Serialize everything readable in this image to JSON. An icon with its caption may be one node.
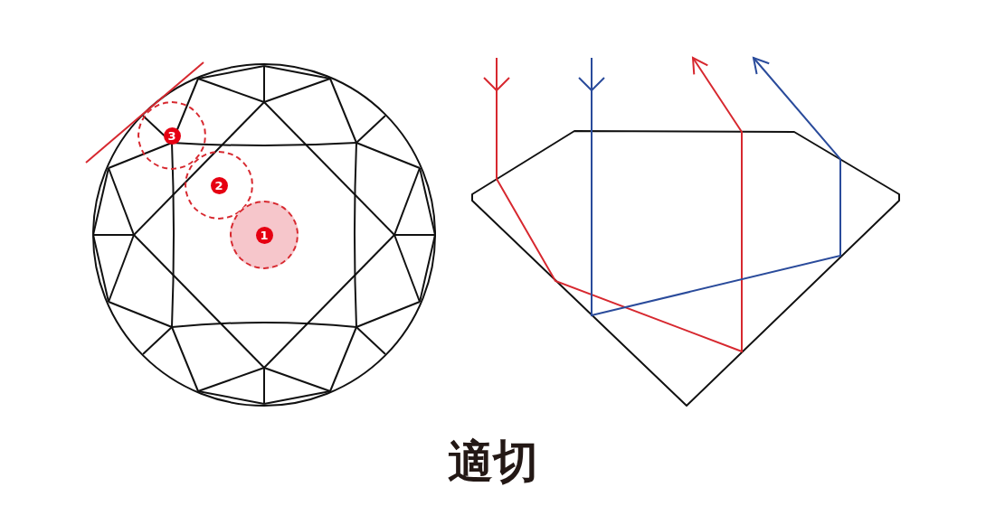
{
  "diagram": {
    "title": "適切",
    "nodes": [
      {
        "text": [
          "3"
        ]
      },
      {
        "text": [
          "2"
        ]
      },
      {
        "text": [
          "1"
        ]
      }
    ]
  }
}
